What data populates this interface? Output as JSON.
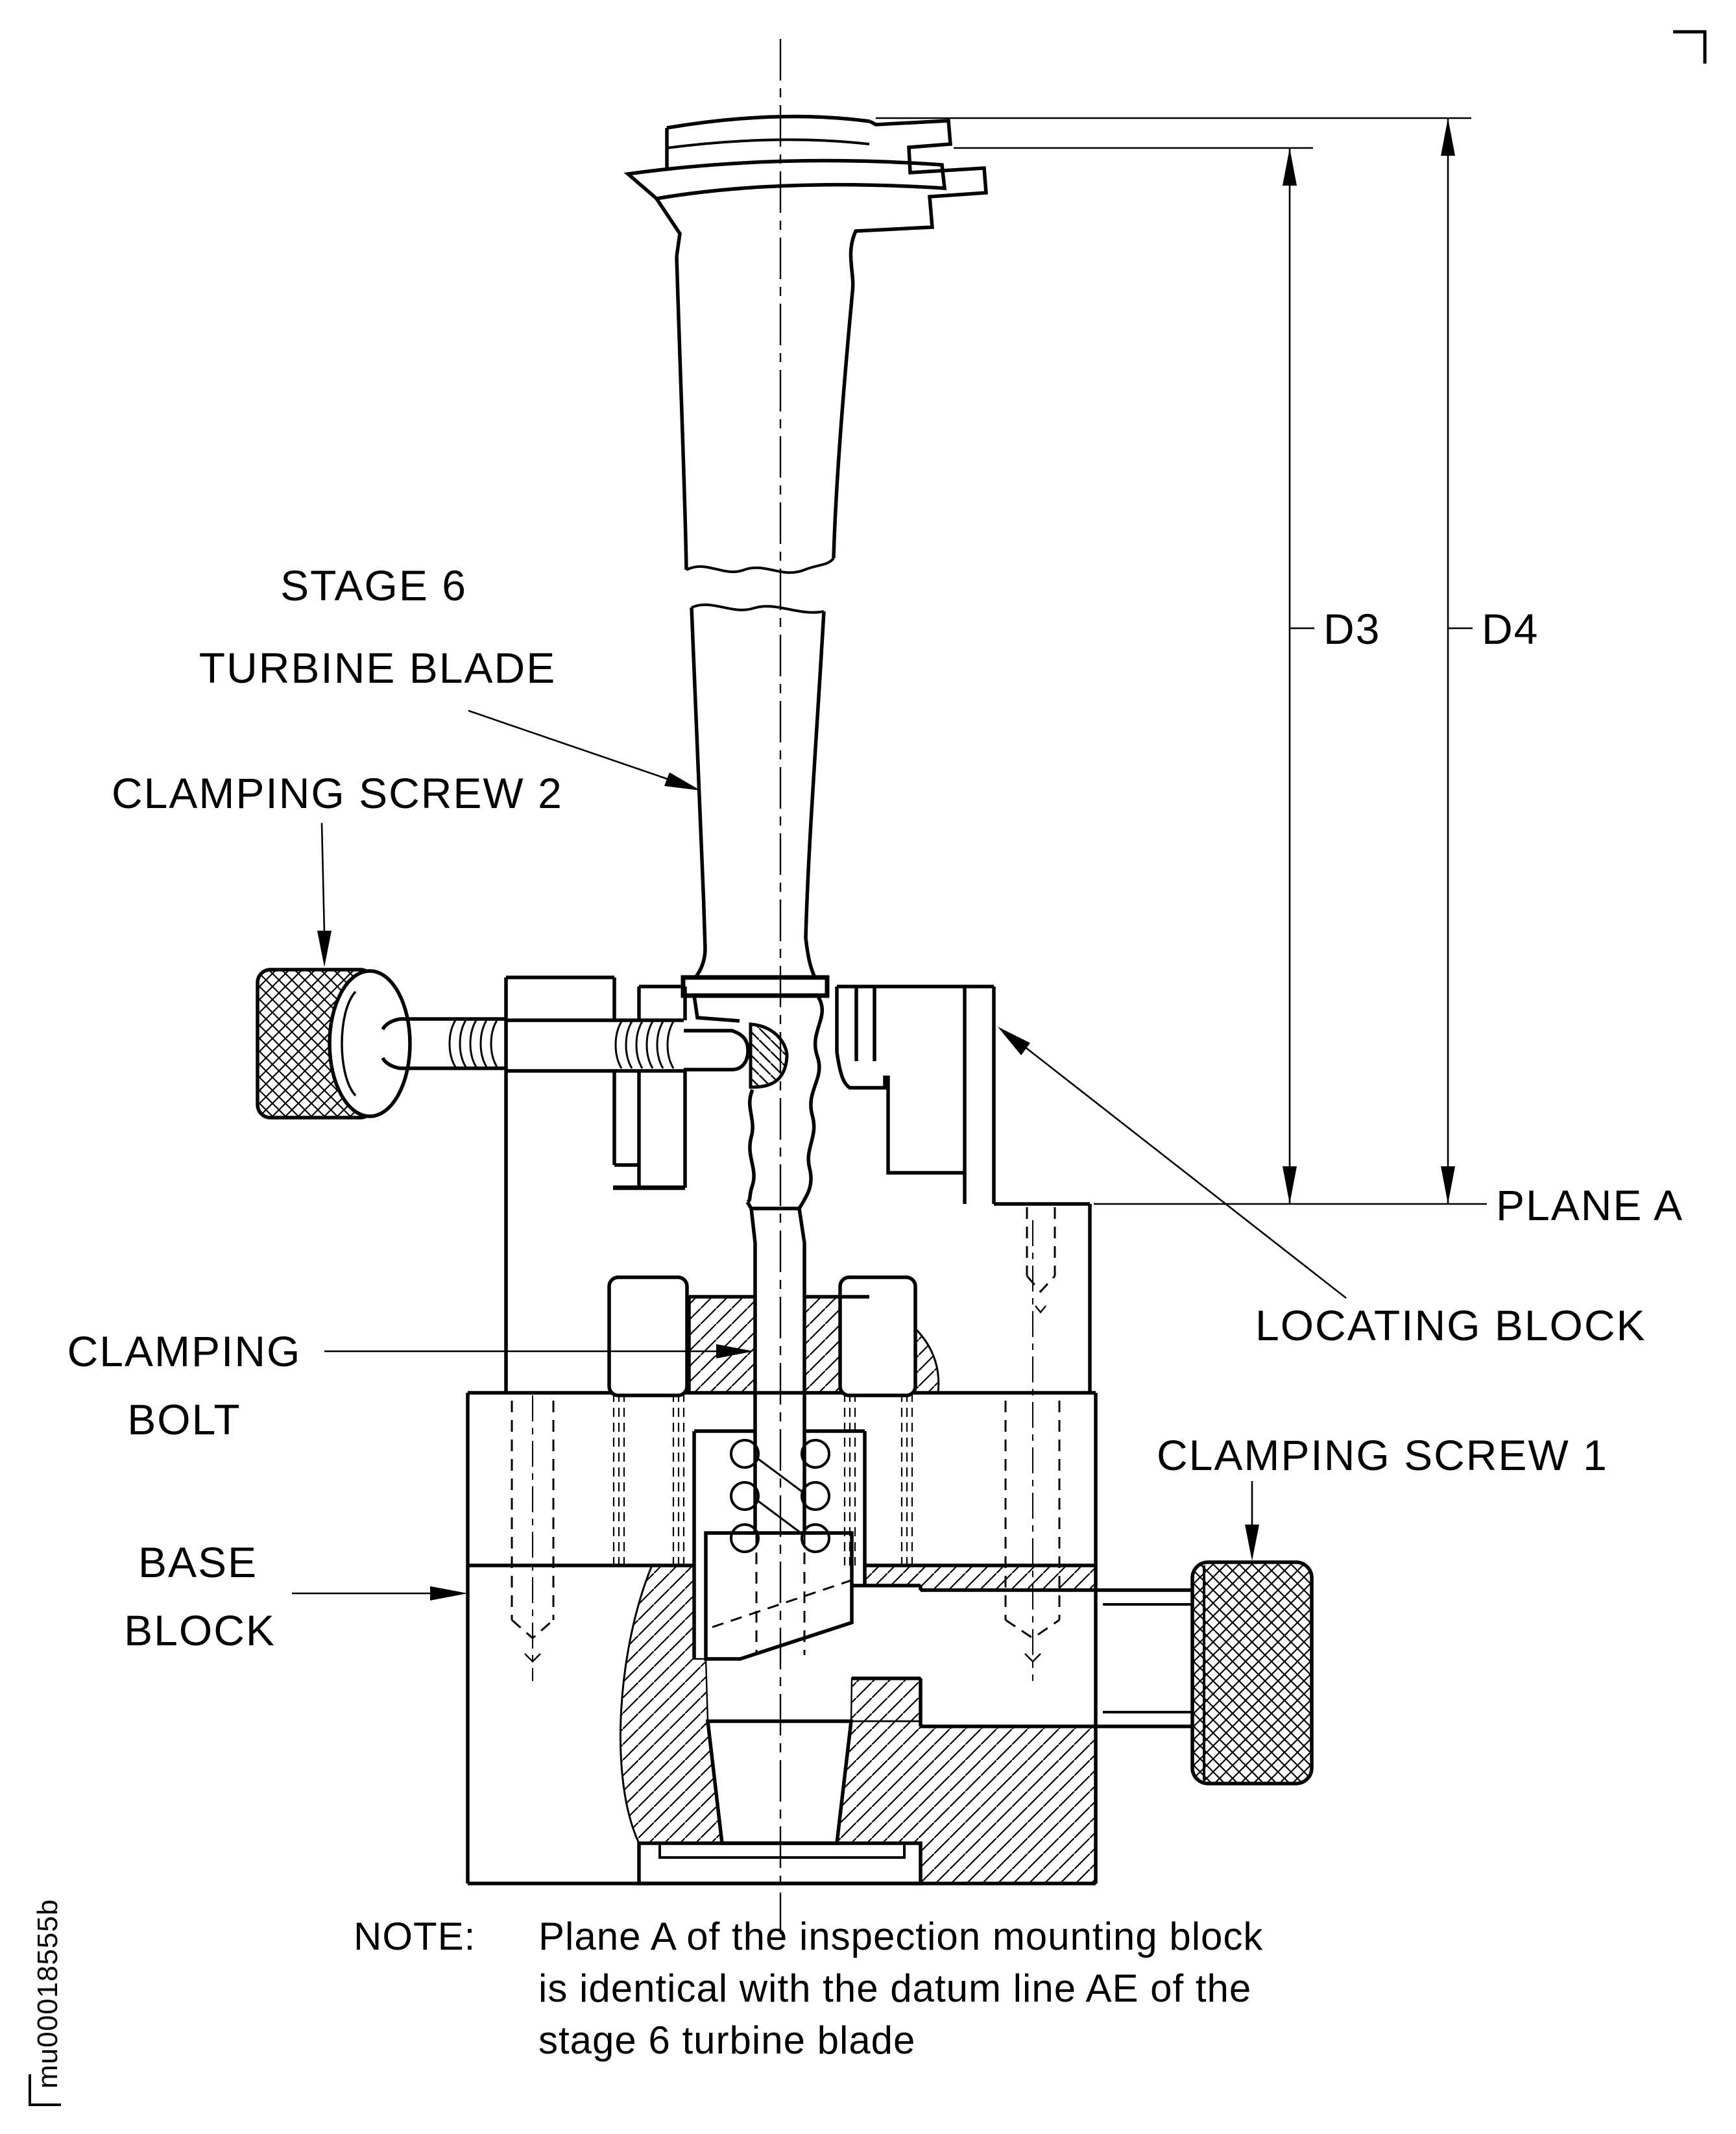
{
  "colors": {
    "ink": "#000000",
    "paper": "#ffffff"
  },
  "figure": {
    "type": "engineering-section-drawing",
    "subject": "Stage 6 turbine blade mounted in inspection mounting block",
    "blade_label": {
      "line1": "STAGE 6",
      "line2": "TURBINE BLADE"
    },
    "clamping_screw_2_label": "CLAMPING SCREW 2",
    "clamping_screw_1_label": "CLAMPING SCREW 1",
    "clamping_bolt_label": {
      "line1": "CLAMPING",
      "line2": "BOLT"
    },
    "base_block_label": {
      "line1": "BASE",
      "line2": "BLOCK"
    },
    "locating_block_label": "LOCATING BLOCK",
    "plane_a_label": "PLANE A",
    "dimensions": {
      "d3": "D3",
      "d4": "D4"
    }
  },
  "note": {
    "heading": "NOTE:",
    "lines": [
      "Plane A of the inspection mounting block",
      "is identical with the datum line AE of the",
      "stage 6 turbine blade"
    ]
  },
  "doc_id": "mu00018555b"
}
